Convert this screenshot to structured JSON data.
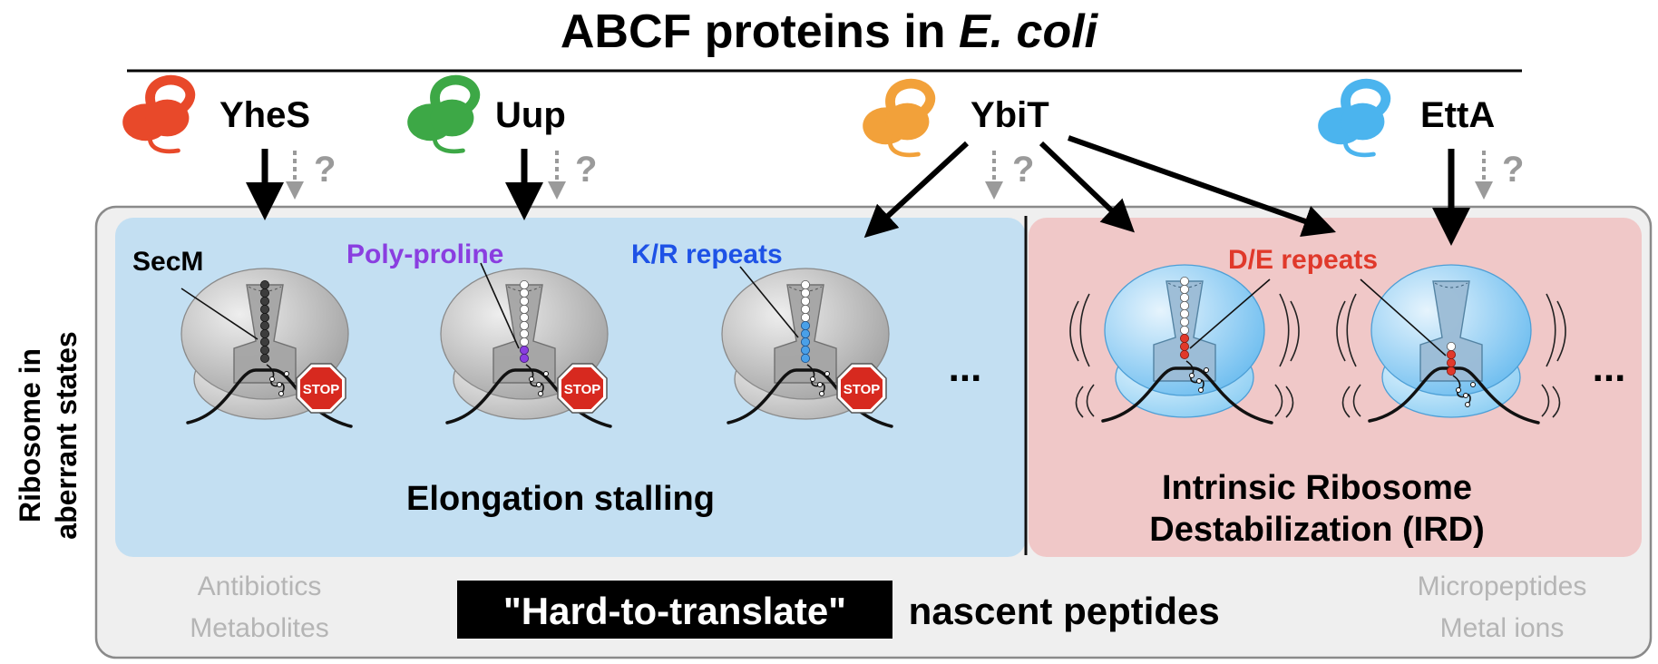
{
  "title": {
    "main": "ABCF proteins in ",
    "species": "E. coli"
  },
  "side_label": {
    "line1": "Ribosome in",
    "line2": "aberrant states"
  },
  "proteins": [
    {
      "name": "YheS",
      "color": "#e34a2a"
    },
    {
      "name": "Uup",
      "color": "#44b44a"
    },
    {
      "name": "YbiT",
      "color": "#f2a13a"
    },
    {
      "name": "EttA",
      "color": "#3aa8e8"
    }
  ],
  "question_mark": "?",
  "panels": {
    "stalling": {
      "color": "#c3dff2",
      "caption": "Elongation stalling",
      "substrates": [
        {
          "label": "SecM",
          "color": "#000000"
        },
        {
          "label": "Poly-proline",
          "color": "#8a3ee0"
        },
        {
          "label": "K/R repeats",
          "color": "#1e52e6"
        }
      ],
      "ellipsis": "..."
    },
    "ird": {
      "color": "#f0c8c8",
      "caption_line1": "Intrinsic Ribosome",
      "caption_line2": "Destabilization (IRD)",
      "substrate": {
        "label": "D/E repeats",
        "color": "#e0392b"
      },
      "ellipsis": "..."
    }
  },
  "stop_sign": "STOP",
  "bottom": {
    "left_line1": "Antibiotics",
    "left_line2": "Metabolites",
    "highlight": "\"Hard-to-translate\"",
    "rest": " nascent peptides",
    "right_line1": "Micropeptides",
    "right_line2": "Metal ions"
  }
}
